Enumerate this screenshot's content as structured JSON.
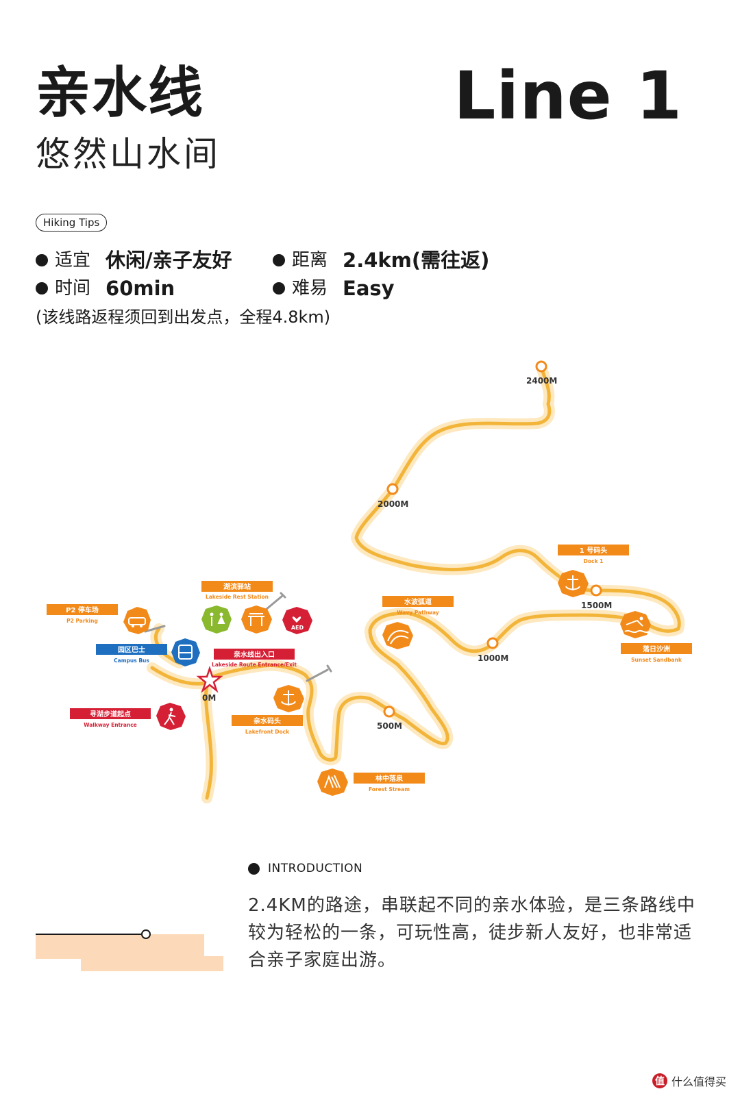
{
  "header": {
    "title_cn": "亲水线",
    "subtitle_cn": "悠然山水间",
    "title_en": "Line 1"
  },
  "tips": {
    "badge": "Hiking Tips",
    "suitable_label": "适宜",
    "suitable_value": "休闲/亲子友好",
    "distance_label": "距离",
    "distance_value": "2.4km(需往返)",
    "time_label": "时间",
    "time_value": "60min",
    "difficulty_label": "难易",
    "difficulty_value": "Easy",
    "note": "(该线路返程须回到出发点，全程4.8km)"
  },
  "map": {
    "colors": {
      "route": "#f2b53a",
      "route_glow": "#fde8bf",
      "orange": "#f28a1a",
      "red": "#d51f35",
      "blue": "#1e6fc0",
      "green": "#8ab92f"
    },
    "markers": {
      "start": "0M",
      "m500": "500M",
      "m1000": "1000M",
      "m1500": "1500M",
      "m2000": "2000M",
      "m2400": "2400M"
    },
    "pois": {
      "p2_cn": "P2 停车场",
      "p2_en": "P2 Parking",
      "bus_cn": "园区巴士",
      "bus_en": "Campus Bus",
      "walk_cn": "寻湖步道起点",
      "walk_en": "Walkway Entrance",
      "rest_cn": "湖滨驿站",
      "rest_en": "Lakeside Rest Station",
      "entrance_cn": "亲水线出入口",
      "entrance_en": "Lakeside Route Entrance/Exit",
      "dock_cn": "亲水码头",
      "dock_en": "Lakefront Dock",
      "stream_cn": "林中落泉",
      "stream_en": "Forest Stream",
      "wavy_cn": "水波弧道",
      "wavy_en": "Wavy Pathway",
      "dock1_cn": "1 号码头",
      "dock1_en": "Dock 1",
      "sunset_cn": "落日沙洲",
      "sunset_en": "Sunset Sandbank",
      "aed": "AED"
    }
  },
  "intro": {
    "heading": "INTRODUCTION",
    "body": "2.4KM的路途，串联起不同的亲水体验，是三条路线中较为轻松的一条，可玩性高，徒步新人友好，也非常适合亲子家庭出游。"
  },
  "watermark": {
    "icon": "值",
    "text": "什么值得买"
  }
}
